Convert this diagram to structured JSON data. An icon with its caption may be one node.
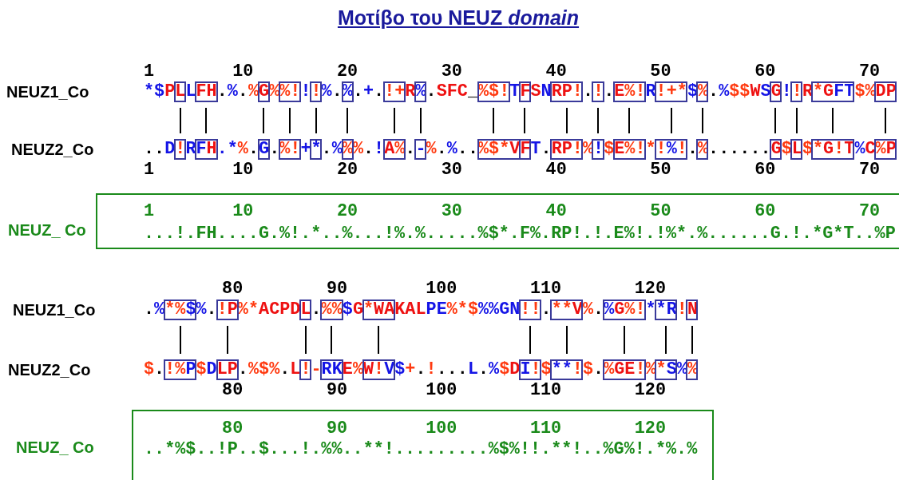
{
  "diagram": {
    "title": "Μοτίβο του NEUZ *domain*",
    "nodes": [
      {
        "text": [
          "1",
          "10",
          "20",
          "30",
          "40",
          "50",
          "60",
          "70",
          "...!.FH....G.%!.*..%...!%.%.....%$*.F%.RP!.!.E%!.!%*.%......G.!.*G*T..%P"
        ],
        "beside": [
          "NEUZ_ Co"
        ]
      },
      {
        "text": [
          "80",
          "90",
          "100",
          "110",
          "120",
          "..*%$..!P..$...!.%%..**!.........%$%!!.**!..%G%!.*%.%"
        ],
        "beside": [
          "NEUZ_ Co"
        ]
      }
    ],
    "labels": [
      "1",
      "10",
      "20",
      "30",
      "40",
      "50",
      "60",
      "70",
      "NEUZ1_Co",
      "*$PLLFH.%.%G%%!!!%.%.+.!+R%.SFC_%$!TFSNRP!.!.E%!R!+*$%.%$$WSG!!R*GFT$%DP",
      "NEUZ2_Co",
      "..D!RFH.*%.G.%!+*.%%%.!A%.-%.%..%$*VFT.RP!%!$E%!*!%!.%......G$L$*G!T%C%P",
      "1",
      "10",
      "20",
      "30",
      "40",
      "50",
      "60",
      "70",
      "80",
      "90",
      "100",
      "110",
      "120",
      "NEUZ1_Co",
      ".%*%$%.!P%*ACPDL.%%$G*WAKALPE%*$%%GN!!.**V%.%G%!**R!N",
      "NEUZ2_Co",
      "$.!%P$DLP.%$%.L!-RKE%W!V$+.!...L.%$DI!$**!$.%GE!%*S%%",
      "80",
      "90",
      "100",
      "110",
      "120"
    ]
  }
}
